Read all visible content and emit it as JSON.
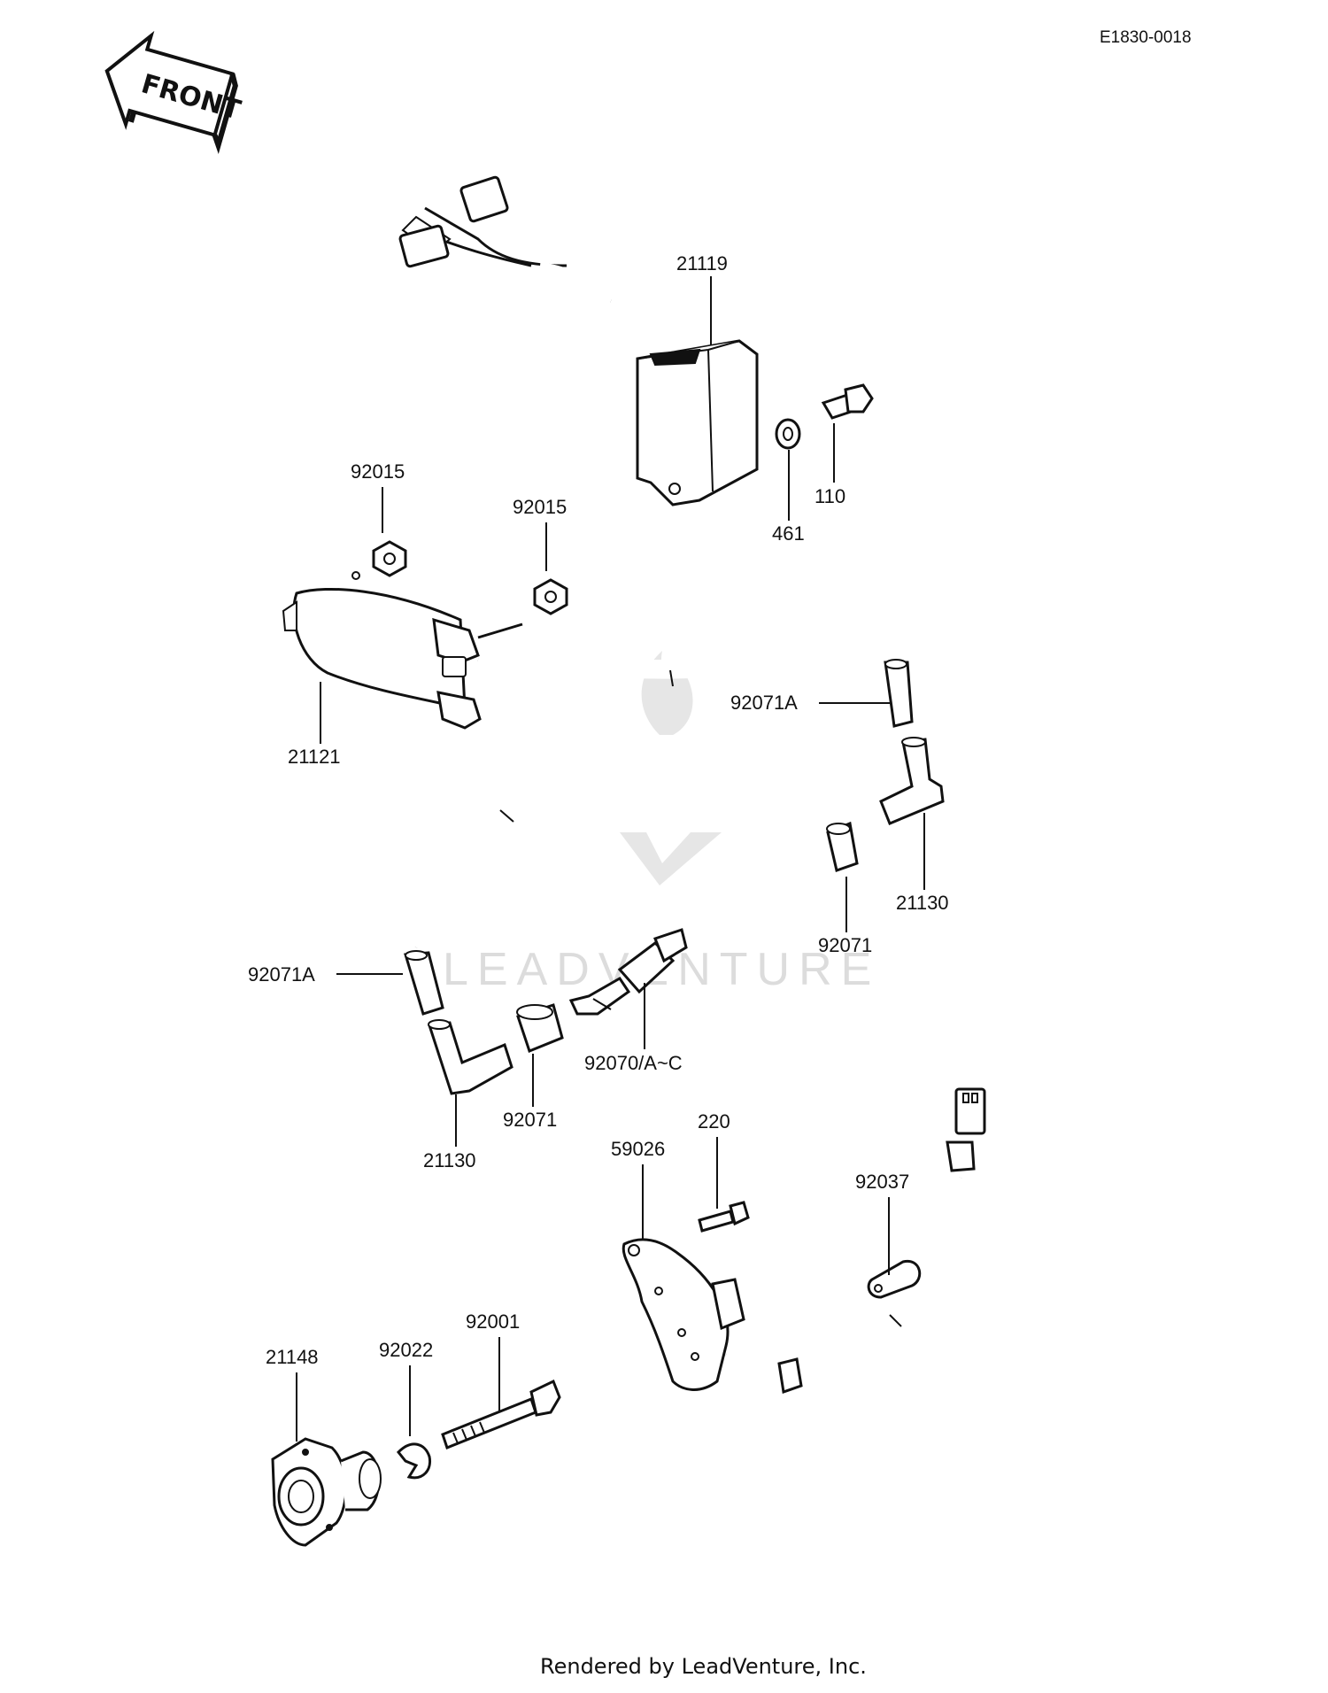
{
  "document_code": "E1830-0018",
  "front_label": "FRONT",
  "footer": "Rendered by LeadVenture, Inc.",
  "watermark": "LEADVENTURE",
  "parts": [
    {
      "id": "21119",
      "label": "21119"
    },
    {
      "id": "110",
      "label": "110"
    },
    {
      "id": "461",
      "label": "461"
    },
    {
      "id": "92015-a",
      "label": "92015"
    },
    {
      "id": "92015-b",
      "label": "92015"
    },
    {
      "id": "21121",
      "label": "21121"
    },
    {
      "id": "92071A-right",
      "label": "92071A"
    },
    {
      "id": "21130-right",
      "label": "21130"
    },
    {
      "id": "92071-right",
      "label": "92071"
    },
    {
      "id": "92071A-left",
      "label": "92071A"
    },
    {
      "id": "92070",
      "label": "92070/A~C"
    },
    {
      "id": "92071-left",
      "label": "92071"
    },
    {
      "id": "21130-left",
      "label": "21130"
    },
    {
      "id": "220",
      "label": "220"
    },
    {
      "id": "59026",
      "label": "59026"
    },
    {
      "id": "92037",
      "label": "92037"
    },
    {
      "id": "21148",
      "label": "21148"
    },
    {
      "id": "92022",
      "label": "92022"
    },
    {
      "id": "92001",
      "label": "92001"
    }
  ]
}
